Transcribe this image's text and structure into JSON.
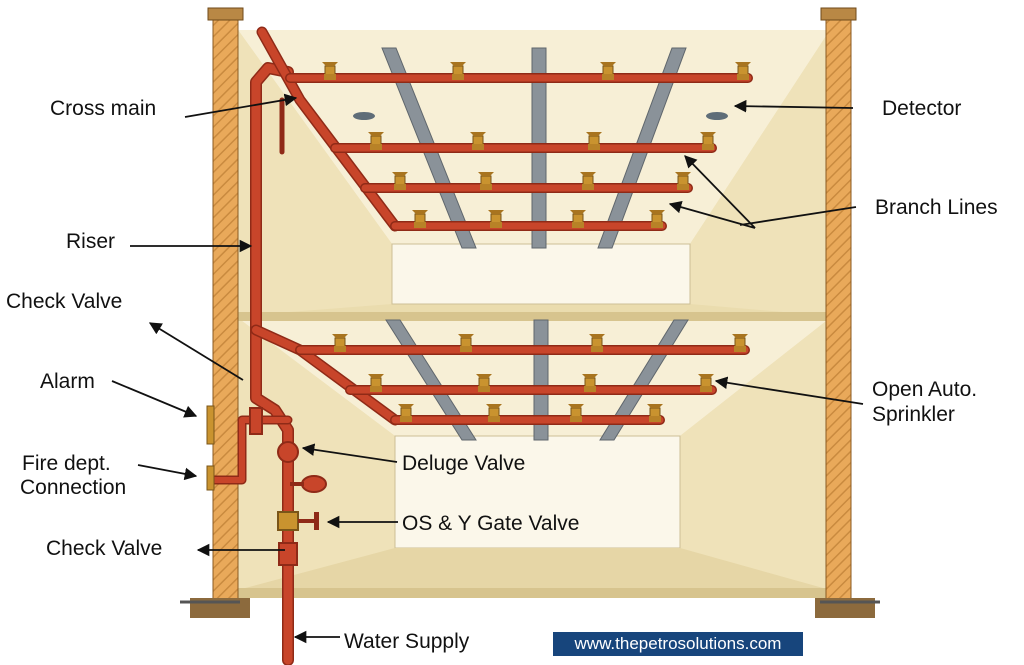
{
  "labels": {
    "cross_main": "Cross main",
    "riser": "Riser",
    "check_valve_upper": "Check Valve",
    "alarm": "Alarm",
    "fire_dept_line1": "Fire dept.",
    "fire_dept_line2": "Connection",
    "check_valve_lower": "Check Valve",
    "detector": "Detector",
    "branch_lines": "Branch Lines",
    "open_auto_line1": "Open Auto.",
    "open_auto_line2": "Sprinkler",
    "deluge_valve": "Deluge Valve",
    "os_y_gate_valve": "OS & Y Gate Valve",
    "water_supply": "Water Supply"
  },
  "watermark": "www.thepetrosolutions.com",
  "colors": {
    "pipe": "#c8452a",
    "pipe_dark": "#8f2a17",
    "brass": "#c9932f",
    "wall": "#e9a95a",
    "interior": "#f3ead0",
    "beam": "#8a9299",
    "badge": "#17457c"
  }
}
